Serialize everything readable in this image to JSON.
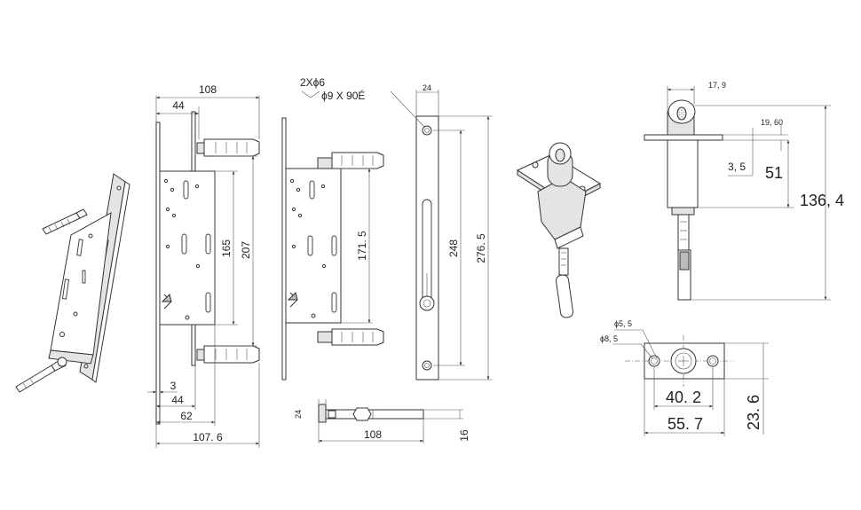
{
  "drawing": {
    "front_view": {
      "d108_top": "108",
      "d44_top": "44",
      "d207": "207",
      "d165": "165",
      "d3": "3",
      "d44_bottom": "44",
      "d62": "62",
      "d107_6": "107. 6"
    },
    "middle_view": {
      "d171_5": "171. 5"
    },
    "faceplate_view": {
      "hole_note_1": "2Xϕ6",
      "hole_note_2": "ϕ9 X 90É",
      "d24": "24",
      "d248": "248",
      "d276_5": "276. 5"
    },
    "top_view": {
      "d24": "24",
      "d108": "108",
      "d16": "16"
    },
    "handle_side_view": {
      "d17_9": "17, 9",
      "d19_60": "19, 60",
      "d3_5": "3, 5",
      "d51": "51",
      "d136_4": "136, 4"
    },
    "handle_plan_view": {
      "d5_5": "ϕ5, 5",
      "d8_5": "ϕ8, 5",
      "d40_2": "40. 2",
      "d55_7": "55. 7",
      "d23_6": "23. 6"
    }
  }
}
